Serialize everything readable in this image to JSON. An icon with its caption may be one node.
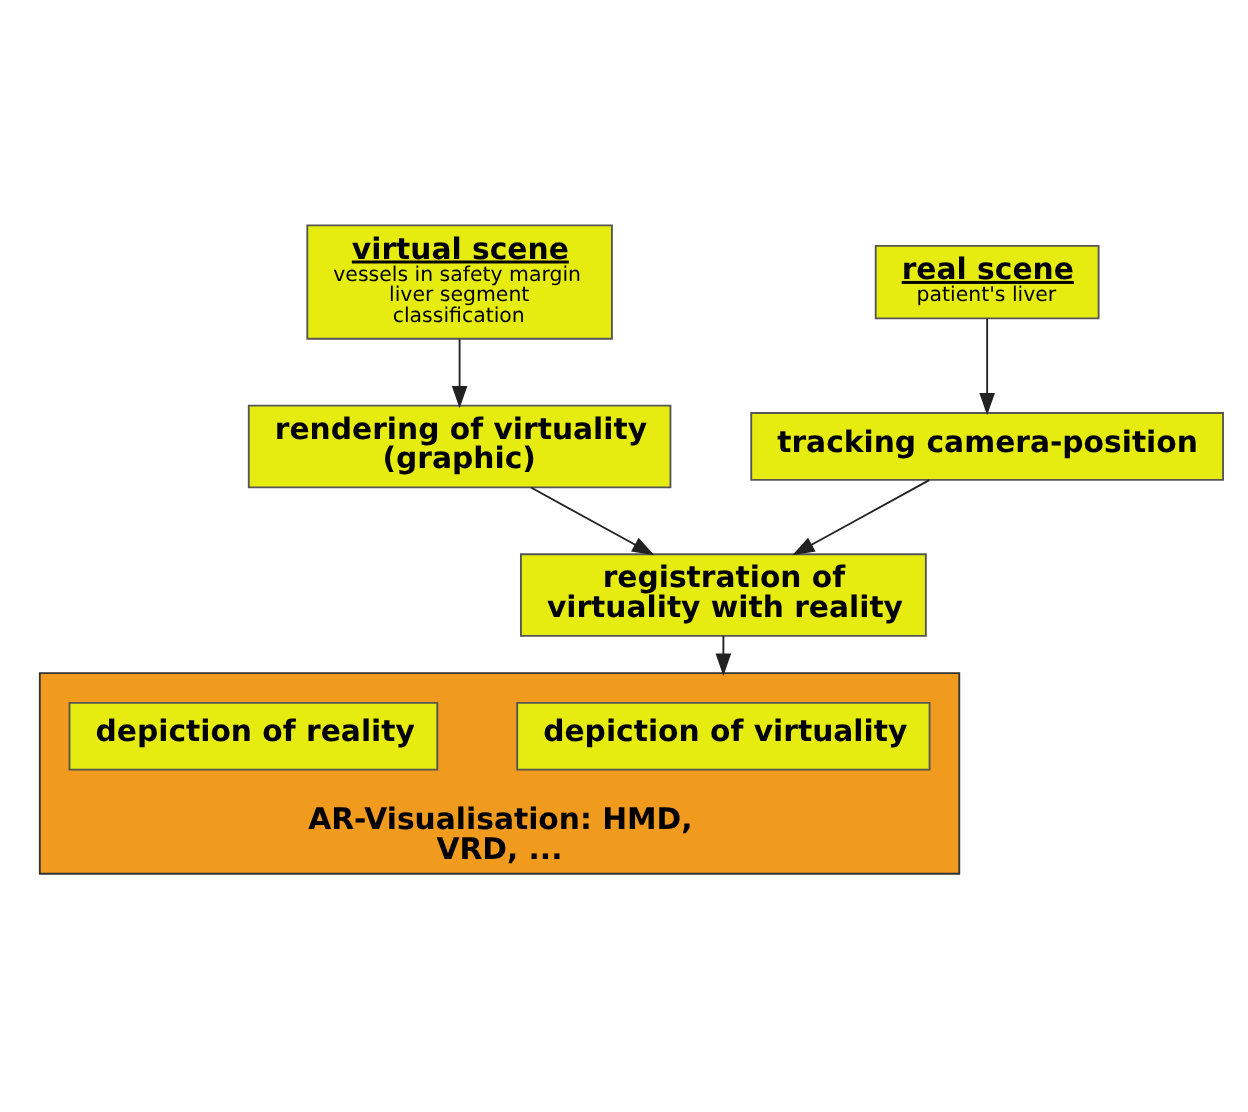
{
  "diagram": {
    "nodes": [
      {
        "text": [
          "virtual scene",
          "vessels in safety margin liver segment classification"
        ]
      },
      {
        "text": [
          "real scene",
          "patient's liver"
        ]
      },
      {
        "text": [
          "rendering of virtuality (graphic)"
        ]
      },
      {
        "text": [
          "tracking camera-position"
        ]
      },
      {
        "text": [
          "registration of virtuality with reality"
        ]
      },
      {
        "text": [
          "AR-Visualisation: HMD, VRD, ..."
        ]
      },
      {
        "text": [
          "depiction of virtuality"
        ],
        "in": 5
      },
      {
        "text": [
          "depiction of reality"
        ],
        "in": 5
      }
    ],
    "edges": [
      {
        "from": 0,
        "to": 2,
        "arrow": "to"
      },
      {
        "from": 1,
        "to": 3,
        "arrow": "to"
      },
      {
        "from": 2,
        "to": 4,
        "arrow": "to"
      },
      {
        "from": 3,
        "to": 4,
        "arrow": "to"
      },
      {
        "from": 4,
        "to": 5,
        "arrow": "to"
      }
    ]
  }
}
